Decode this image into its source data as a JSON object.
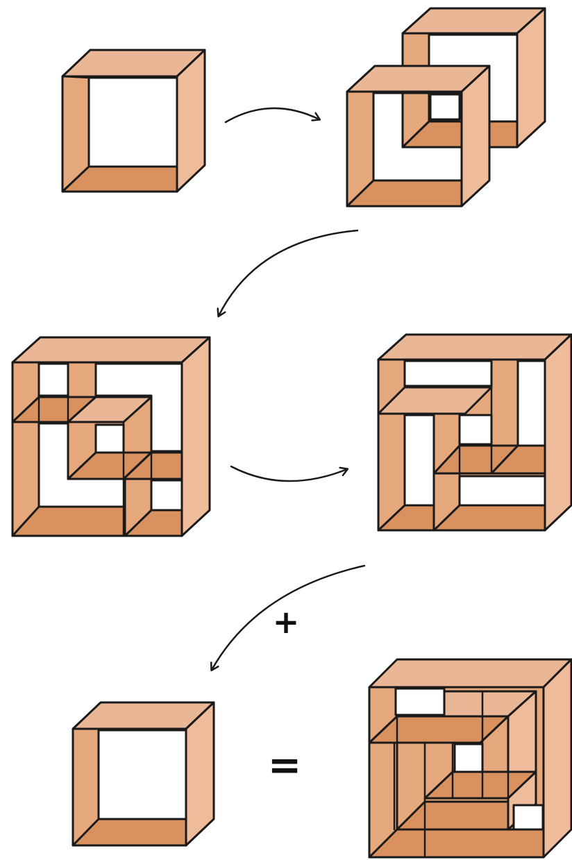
{
  "colors": {
    "wood_top": "#e9b795",
    "wood_side": "#eebc9a",
    "wood_front": "#e5a77c",
    "wood_dark": "#d9925f",
    "ink": "#1a1a1a",
    "background": "#ffffff"
  },
  "diagram": {
    "steps": [
      {
        "id": "single-box-frame",
        "description_icon": "open-box-frame"
      },
      {
        "id": "two-interlocked-frames",
        "description_icon": "interlocked-frames"
      },
      {
        "id": "compartment-cube-a",
        "description_icon": "compartment-cube"
      },
      {
        "id": "compartment-cube-b",
        "description_icon": "compartment-cube"
      },
      {
        "id": "small-box-frame",
        "description_icon": "open-box-frame"
      },
      {
        "id": "combined-shelf-cube",
        "description_icon": "nested-cube"
      }
    ],
    "plus_symbol": "+",
    "equals_symbol": "="
  }
}
